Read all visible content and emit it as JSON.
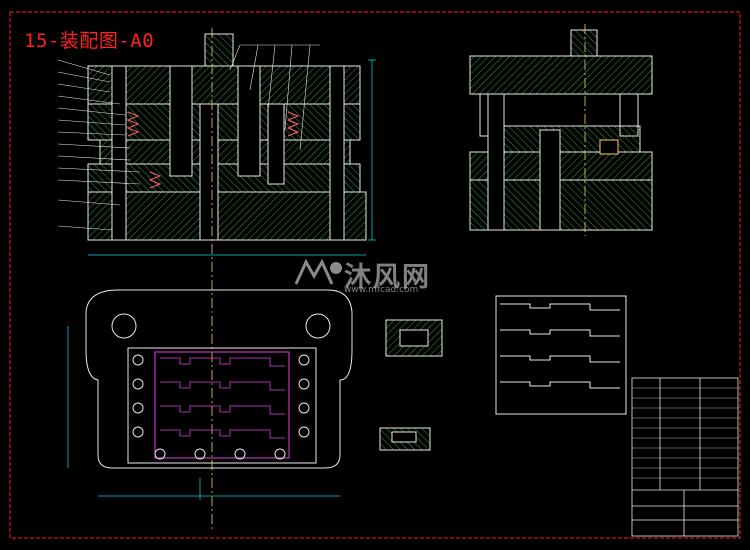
{
  "drawing": {
    "title": "15-装配图-A0"
  },
  "watermark": {
    "brand": "沐风网",
    "url": "www.mfcad.com",
    "logo_icon": "mf-logo-icon"
  },
  "colors": {
    "background": "#000000",
    "frame": "#ff2020",
    "outline": "#e8e8e8",
    "hatch": "#3a9a3a",
    "centerline": "#ffd24a",
    "dimension": "#00d0d0",
    "magenta": "#e040e0",
    "title_text": "#ff2020"
  }
}
